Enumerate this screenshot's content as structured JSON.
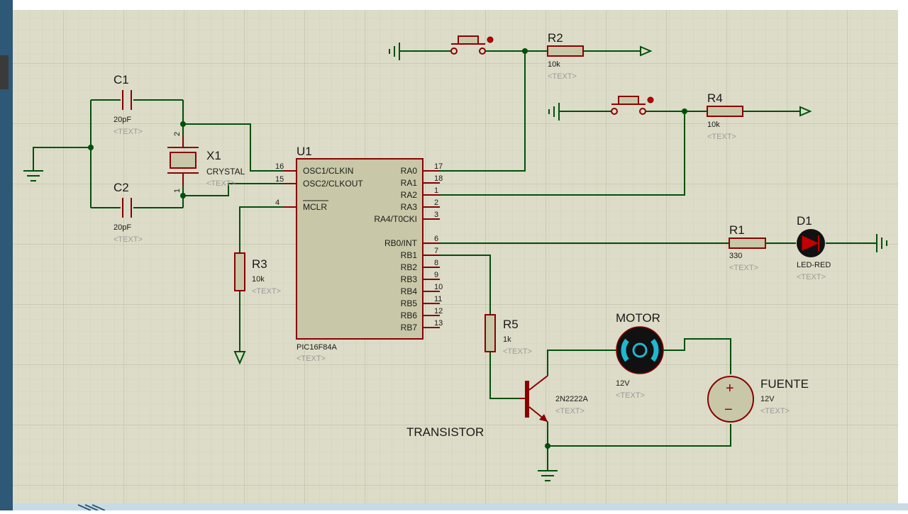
{
  "components": {
    "c1": {
      "ref": "C1",
      "value": "20pF",
      "text": "<TEXT>"
    },
    "c2": {
      "ref": "C2",
      "value": "20pF",
      "text": "<TEXT>"
    },
    "x1": {
      "ref": "X1",
      "value": "CRYSTAL",
      "text": "<TEXT>",
      "pin_top": "2",
      "pin_bottom": "1"
    },
    "u1": {
      "ref": "U1",
      "part": "PIC16F84A",
      "text": "<TEXT>",
      "left_pins": [
        {
          "num": "16",
          "name": "OSC1/CLKIN"
        },
        {
          "num": "15",
          "name": "OSC2/CLKOUT"
        },
        {
          "num": "4",
          "name": "MCLR"
        }
      ],
      "right_pins": [
        {
          "num": "17",
          "name": "RA0"
        },
        {
          "num": "18",
          "name": "RA1"
        },
        {
          "num": "1",
          "name": "RA2"
        },
        {
          "num": "2",
          "name": "RA3"
        },
        {
          "num": "3",
          "name": "RA4/T0CKI"
        },
        {
          "num": "6",
          "name": "RB0/INT"
        },
        {
          "num": "7",
          "name": "RB1"
        },
        {
          "num": "8",
          "name": "RB2"
        },
        {
          "num": "9",
          "name": "RB3"
        },
        {
          "num": "10",
          "name": "RB4"
        },
        {
          "num": "11",
          "name": "RB5"
        },
        {
          "num": "12",
          "name": "RB6"
        },
        {
          "num": "13",
          "name": "RB7"
        }
      ]
    },
    "r1": {
      "ref": "R1",
      "value": "330",
      "text": "<TEXT>"
    },
    "r2": {
      "ref": "R2",
      "value": "10k",
      "text": "<TEXT>"
    },
    "r3": {
      "ref": "R3",
      "value": "10k",
      "text": "<TEXT>"
    },
    "r4": {
      "ref": "R4",
      "value": "10k",
      "text": "<TEXT>"
    },
    "r5": {
      "ref": "R5",
      "value": "1k",
      "text": "<TEXT>"
    },
    "d1": {
      "ref": "D1",
      "value": "LED-RED",
      "text": "<TEXT>"
    },
    "motor": {
      "ref": "MOTOR",
      "value": "12V",
      "text": "<TEXT>"
    },
    "fuente": {
      "ref": "FUENTE",
      "value": "12V",
      "text": "<TEXT>",
      "plus": "+",
      "minus": "−"
    },
    "q1": {
      "value": "2N2222A",
      "text": "<TEXT>",
      "label": "TRANSISTOR"
    }
  },
  "colors": {
    "canvas": "#dcdcc8",
    "grid": "#c6c6b0",
    "wire": "#00500a",
    "component": "#8a0000",
    "frame": "#2d5876"
  }
}
